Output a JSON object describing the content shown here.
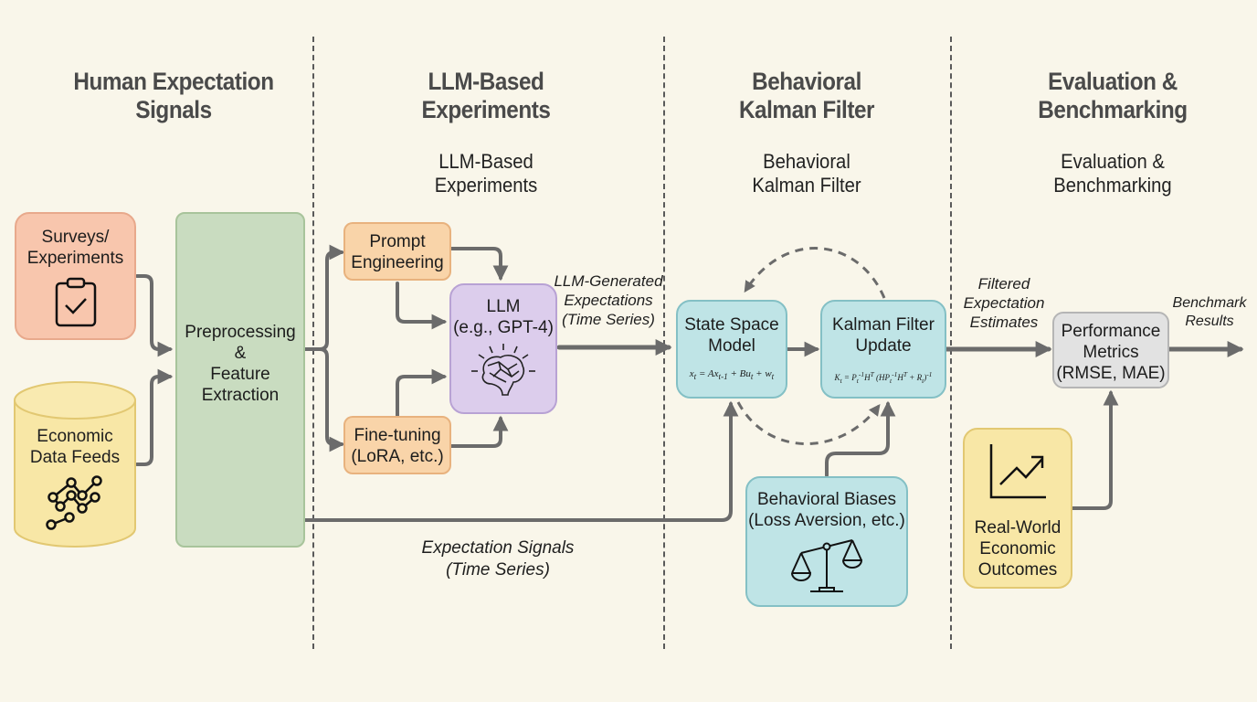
{
  "sections": [
    {
      "title": "Human Expectation\nSignals",
      "subtitle": ""
    },
    {
      "title": "LLM-Based\nExperiments",
      "subtitle": "LLM-Based\nExperiments"
    },
    {
      "title": "Behavioral\nKalman Filter",
      "subtitle": "Behavioral\nKalman Filter"
    },
    {
      "title": "Evaluation &\nBenchmarking",
      "subtitle": "Evaluation &\nBenchmarking"
    }
  ],
  "nodes": {
    "surveys": {
      "label": "Surveys/\nExperiments",
      "icon": "clipboard-check-icon"
    },
    "economic_data": {
      "label": "Economic\nData Feeds",
      "icon": "line-network-icon"
    },
    "preprocessing": {
      "label": "Preprocessing\n&\nFeature\nExtraction"
    },
    "prompt_engineering": {
      "label": "Prompt\nEngineering"
    },
    "fine_tuning": {
      "label": "Fine-tuning\n(LoRA, etc.)"
    },
    "llm": {
      "label": "LLM\n(e.g., GPT-4)",
      "icon": "brain-icon"
    },
    "state_space": {
      "label": "State Space\nModel",
      "formula": "x_t = Ax_{t-1} + Bu_t + w_t"
    },
    "kalman_update": {
      "label": "Kalman Filter\nUpdate",
      "formula": "K_t = P_t^{-1}H^T (HP_t^{-1}H^T + R_t)^{-1}"
    },
    "behavioral_biases": {
      "label": "Behavioral Biases\n(Loss Aversion, etc.)",
      "icon": "balance-scale-icon"
    },
    "performance_metrics": {
      "label": "Performance\nMetrics\n(RMSE, MAE)"
    },
    "real_world": {
      "label": "Real-World\nEconomic\nOutcomes",
      "icon": "trend-chart-icon"
    }
  },
  "edge_labels": {
    "llm_generated": "LLM-Generated\nExpectations\n(Time Series)",
    "expectation_signals": "Expectation Signals\n(Time Series)",
    "filtered_estimates": "Filtered\nExpectation\nEstimates",
    "benchmark_results": "Benchmark\nResults"
  },
  "colors": {
    "background": "#f9f6ea",
    "arrow": "#6b6b6b",
    "orange": "#f8c6ad",
    "green": "#c9dcc0",
    "amber": "#f9d4a9",
    "purple": "#dccdec",
    "teal": "#bfe4e6",
    "gray": "#e2e2e2",
    "yellow": "#f8e7a6"
  }
}
